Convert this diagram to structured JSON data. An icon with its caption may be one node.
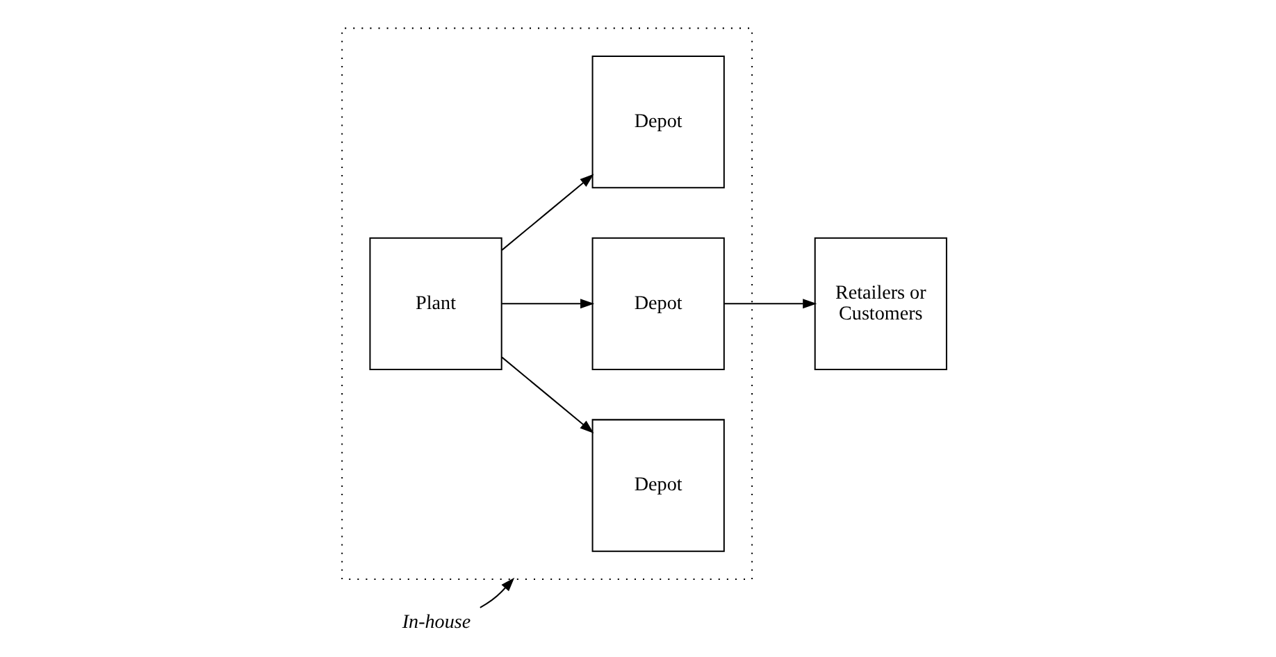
{
  "diagram": {
    "nodes": [
      {
        "text": [],
        "shape": "box"
      },
      {
        "text": [
          "Plant"
        ],
        "in": 0
      },
      {
        "text": [
          "Depot"
        ],
        "in": 0
      },
      {
        "text": [
          "Depot"
        ],
        "in": 0
      },
      {
        "text": [
          "Depot"
        ],
        "in": 0
      },
      {
        "text": [
          "Retailers or Customers"
        ]
      },
      {
        "text": [
          "In-house"
        ]
      }
    ],
    "edges": [
      {
        "from": 1,
        "to": 2,
        "arrow": "to"
      },
      {
        "from": 1,
        "to": 3,
        "arrow": "to"
      },
      {
        "from": 1,
        "to": 4,
        "arrow": "to"
      },
      {
        "from": 3,
        "to": 5,
        "arrow": "to"
      },
      {
        "from": 6,
        "to": 0,
        "arrow": "to"
      }
    ]
  }
}
